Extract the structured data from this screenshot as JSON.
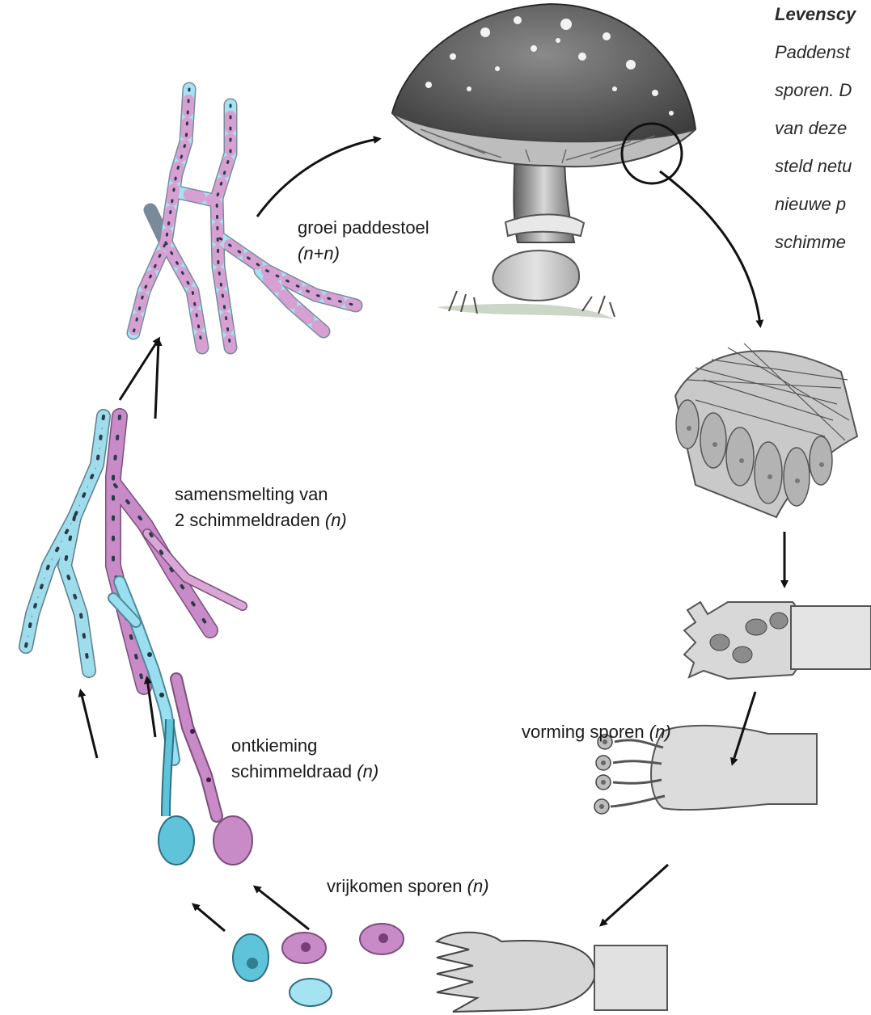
{
  "side_text": {
    "heading": "Levenscy",
    "lines": [
      "Paddenst",
      "sporen. D",
      "van deze",
      "steld netu",
      "nieuwe p",
      "schimme"
    ]
  },
  "labels": {
    "groei_line1": "groei paddestoel",
    "groei_line2": "(n+n)",
    "samen_line1": "samensmelting van",
    "samen_line2": "2 schimmeldraden",
    "samen_suffix": "(n)",
    "ontkieming_line1": "ontkieming",
    "ontkieming_line2": "schimmeldraad",
    "ontkieming_suffix": "(n)",
    "vorming": "vorming sporen",
    "vorming_suffix": "(n)",
    "vrijkomen": "vrijkomen sporen",
    "vrijkomen_suffix": "(n)"
  },
  "colors": {
    "cyan_cell": "#8fd8ea",
    "magenta_cell": "#c98dc6",
    "nucleus": "#2b4a5a",
    "grey_ink": "#555555",
    "arrow": "#111111"
  }
}
